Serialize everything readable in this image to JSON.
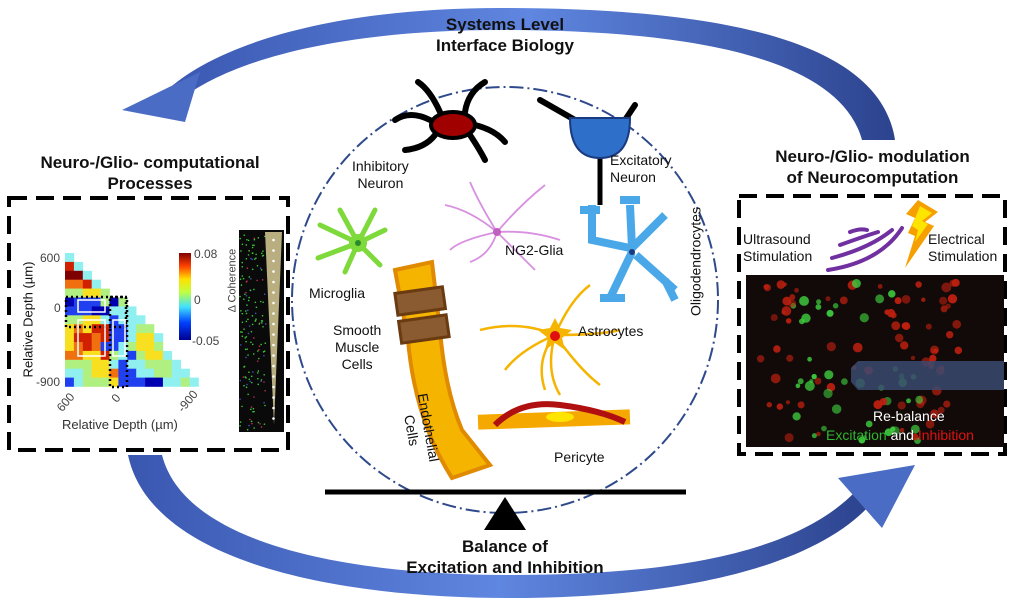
{
  "center": {
    "title_line1": "Systems Level",
    "title_line2": "Interface Biology"
  },
  "left_panel": {
    "title_line1": "Neuro-/Glio- computational",
    "title_line2": "Processes",
    "y_axis_label": "Relative Depth (µm)",
    "x_axis_label": "Relative Depth (µm)",
    "y_ticks": [
      "600",
      "0",
      "-900"
    ],
    "x_ticks": [
      "600",
      "0",
      "-900"
    ],
    "colorbar_label": "Δ Coherence",
    "colorbar_ticks": [
      "0.08",
      "0",
      "-0.05"
    ]
  },
  "right_panel": {
    "title_line1": "Neuro-/Glio- modulation",
    "title_line2": "of Neurocomputation",
    "ultrasound_line1": "Ultrasound",
    "ultrasound_line2": "Stimulation",
    "electrical_line1": "Electrical",
    "electrical_line2": "Stimulation",
    "rebalance": "Re-balance",
    "excitation": "Excitation",
    "and": "and",
    "inhibition": "Inhibition"
  },
  "cells": {
    "inhibitory_line1": "Inhibitory",
    "inhibitory_line2": "Neuron",
    "excitatory_line1": "Excitatory",
    "excitatory_line2": "Neuron",
    "ng2": "NG2-Glia",
    "microglia": "Microglia",
    "oligodendrocytes": "Oligodendrocytes",
    "smooth_line1": "Smooth",
    "smooth_line2": "Muscle",
    "smooth_line3": "Cells",
    "endothelial_line1": "Endothelial",
    "endothelial_line2": "Cells",
    "astrocytes": "Astrocytes",
    "pericyte": "Pericyte"
  },
  "bottom": {
    "title_line1": "Balance of",
    "title_line2": "Excitation and Inhibition"
  },
  "colors": {
    "arrow": "#4a6cc4",
    "circle": "#2f4a8a",
    "excitation": "#2fb52f",
    "inhibition": "#e01010",
    "pericyte": "#f5a800",
    "ultrasound": "#7030a0",
    "lightning": "#f5a000"
  }
}
